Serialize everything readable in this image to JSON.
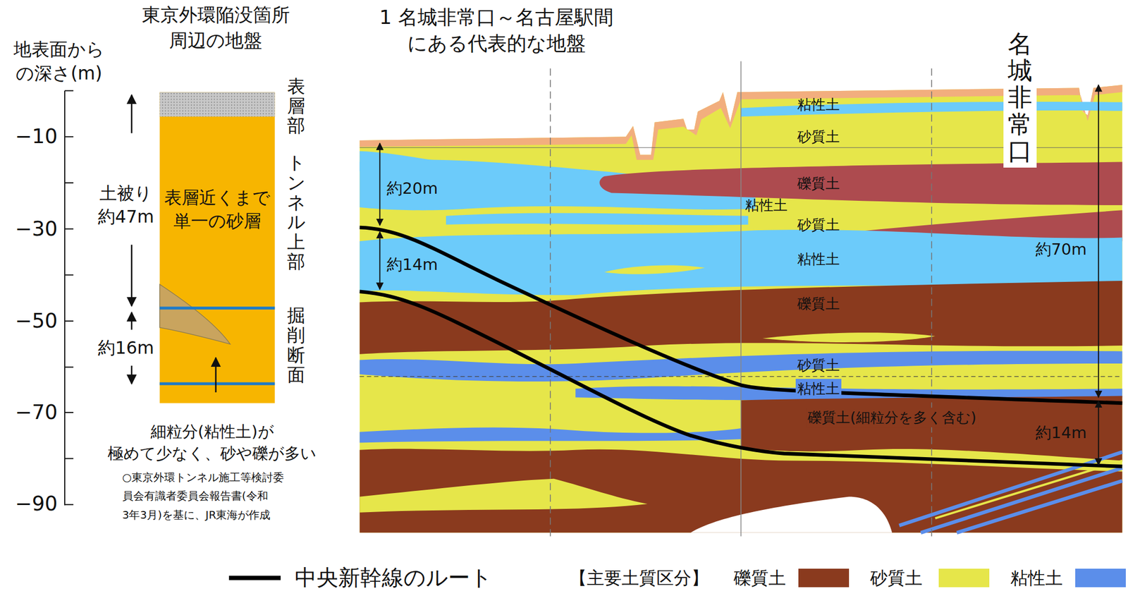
{
  "diagram": {
    "nodes": [
      {
        "text": [
          "表層近くまで 単一の砂層"
        ]
      },
      {
        "text": [
          "名城非常口"
        ]
      }
    ],
    "labels": [
      "東京外環陥没箇所 周辺の地盤",
      "地表面から の深さ(m)",
      "−10",
      "−30",
      "−50",
      "−70",
      "−90",
      "表層部",
      "トンネル上部",
      "掘削断面",
      "土被り 約47m",
      "約16m",
      "細粒分(粘性土)が 極めて少なく、砂や礫が多い",
      "○東京外環トンネル施工等検討委 員会有識者委員会報告書(令和 3年3月)を基に、JR東海が作成",
      "1 名城非常口～名古屋駅間 にある代表的な地盤",
      "粘性土",
      "砂質土",
      "礫質土",
      "粘性土",
      "砂質土",
      "粘性土",
      "礫質土",
      "砂質土",
      "粘性土",
      "礫質土(細粒分を多く含む)",
      "約20m",
      "約14m",
      "約70m",
      "約14m",
      "【主要土質区分】"
    ],
    "legend": [
      {
        "text": "中央新幹線のルート"
      },
      {
        "text": "礫質土",
        "color": "#8a3a1e"
      },
      {
        "text": "砂質土",
        "color": "#e6e64a"
      },
      {
        "text": "粘性土",
        "color": "#5b8eea"
      }
    ]
  }
}
